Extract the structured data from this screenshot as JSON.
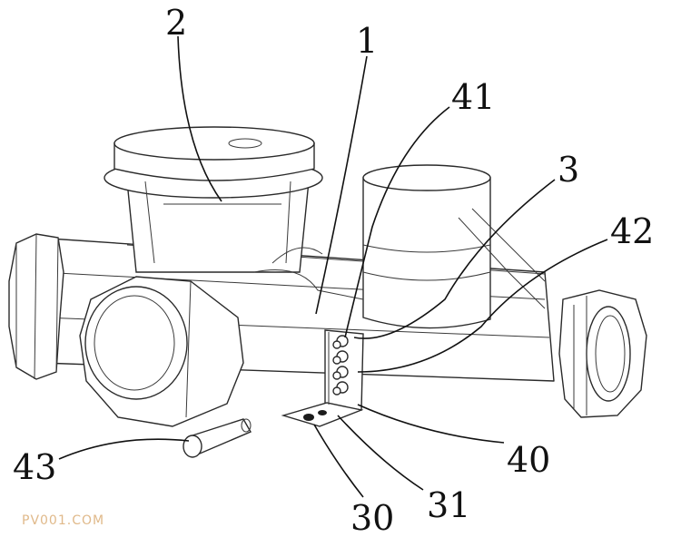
{
  "labels": {
    "l1": "1",
    "l2": "2",
    "l3": "3",
    "l30": "30",
    "l31": "31",
    "l40": "40",
    "l41": "41",
    "l42": "42",
    "l43": "43"
  },
  "watermark": "PV001.COM"
}
